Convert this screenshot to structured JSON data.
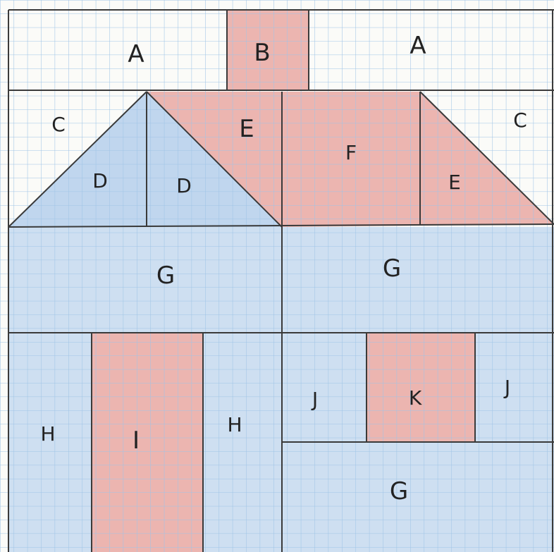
{
  "colors": {
    "paper": "#fbfbf8",
    "grid": "#9fc4e6",
    "blue_fill": "#c9dcef",
    "blue_tri": "#b9d1ec",
    "pink_fill": "#e9a8a3",
    "pencil": "#3a3a3a"
  },
  "pieces": {
    "A1": "A",
    "A2": "A",
    "B": "B",
    "C1": "C",
    "C2": "C",
    "D1": "D",
    "D2": "D",
    "E1": "E",
    "E2": "E",
    "F": "F",
    "G1": "G",
    "G2": "G",
    "G3": "G",
    "H1": "H",
    "H2": "H",
    "I": "I",
    "J1": "J",
    "J2": "J",
    "K": "K"
  }
}
